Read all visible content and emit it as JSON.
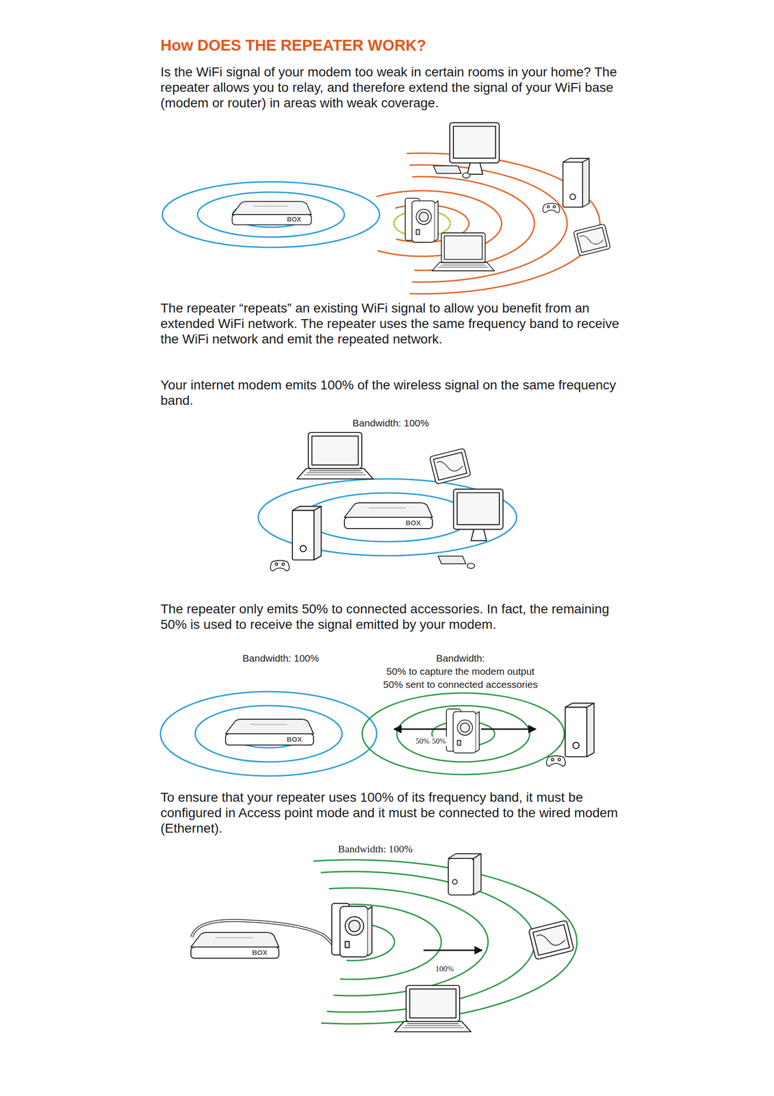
{
  "diagram": {
    "title": "How DOES THE REPEATER WORK?",
    "labels": [
      "Is the WiFi signal of your modem too weak in certain rooms in your home? The repeater allows you to relay, and therefore extend the signal of your WiFi base (modem or router) in areas with weak coverage.",
      "BOX",
      "The repeater “repeats” an existing WiFi signal to allow you benefit from an extended WiFi network. The repeater uses the same frequency band to receive the WiFi network and emit the repeated network.",
      "Your internet modem emits 100% of the wireless signal on the same frequency band.",
      "Bandwidth: 100%",
      "BOX",
      "The repeater only emits 50% to connected accessories. In fact, the remaining 50% is used to receive the signal emitted by your modem.",
      "Bandwidth: 100%",
      "Bandwidth:",
      "50% to capture the modem output",
      "50% sent to connected accessories",
      "BOX",
      "50%",
      "50%",
      "To ensure that your repeater uses 100% of its frequency band, it must be configured in Access point mode and it must be connected to the wired modem (Ethernet).",
      "Bandwidth: 100%",
      "BOX",
      "100%"
    ]
  }
}
